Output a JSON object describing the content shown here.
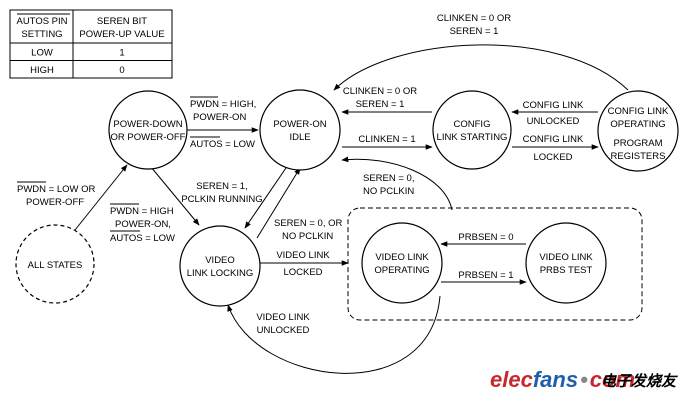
{
  "table": {
    "header_pin": "AUTOS PIN",
    "header_pin_sub": "SETTING",
    "header_bit": "SEREN BIT",
    "header_bit_sub": "POWER-UP VALUE",
    "rows": [
      {
        "setting": "LOW",
        "value": "1"
      },
      {
        "setting": "HIGH",
        "value": "0"
      }
    ]
  },
  "states": {
    "power_down": [
      "POWER-DOWN",
      "OR POWER-OFF"
    ],
    "power_on_idle": [
      "POWER-ON",
      "IDLE"
    ],
    "config_link_starting": [
      "CONFIG",
      "LINK STARTING"
    ],
    "config_link_operating": [
      "CONFIG LINK",
      "OPERATING",
      "",
      "PROGRAM",
      "REGISTERS"
    ],
    "all_states": [
      "ALL STATES"
    ],
    "video_link_locking": [
      "VIDEO",
      "LINK LOCKING"
    ],
    "video_link_operating": [
      "VIDEO LINK",
      "OPERATING"
    ],
    "video_link_prbs_test": [
      "VIDEO LINK",
      "PRBS TEST"
    ]
  },
  "transitions": {
    "top_arc": [
      "CLINKEN = 0 OR",
      "SEREN = 1"
    ],
    "cs_to_idle": [
      "CLINKEN = 0 OR",
      "SEREN = 1"
    ],
    "idle_to_cs": "CLINKEN = 1",
    "co_to_cs": [
      "CONFIG LINK",
      "UNLOCKED"
    ],
    "cs_to_co": [
      "CONFIG LINK",
      "LOCKED"
    ],
    "pd_to_idle_pwdn": "PWDN",
    "pd_to_idle_rest": " = HIGH,",
    "pd_to_idle_2": "POWER-ON",
    "pd_to_idle_autos": "AUTOS",
    "pd_to_idle_autos_rest": " = LOW",
    "all_to_pd_pwdn": "PWDN",
    "all_to_pd_rest": " = LOW OR",
    "all_to_pd_2": "POWER-OFF",
    "pd_to_vl_pwdn": "PWDN",
    "pd_to_vl_rest": " = HIGH",
    "pd_to_vl_2": "POWER-ON,",
    "pd_to_vl_autos": "AUTOS",
    "pd_to_vl_autos_rest": " = LOW",
    "idle_to_vl": [
      "SEREN = 1,",
      "PCLKIN RUNNING"
    ],
    "vl_to_idle": [
      "SEREN = 0, OR",
      "NO PCLKIN"
    ],
    "vo_to_idle": [
      "SEREN = 0,",
      "NO PCLKIN"
    ],
    "vl_to_vo": [
      "VIDEO LINK",
      "LOCKED"
    ],
    "vo_to_prbs": "PRBSEN = 1",
    "prbs_to_vo": "PRBSEN = 0",
    "vo_to_vl": [
      "VIDEO LINK",
      "UNLOCKED"
    ]
  },
  "watermark": {
    "brand_left": "elec",
    "brand_mid": "fans",
    "brand_right": "com",
    "brand_cn": "电子发烧友"
  }
}
